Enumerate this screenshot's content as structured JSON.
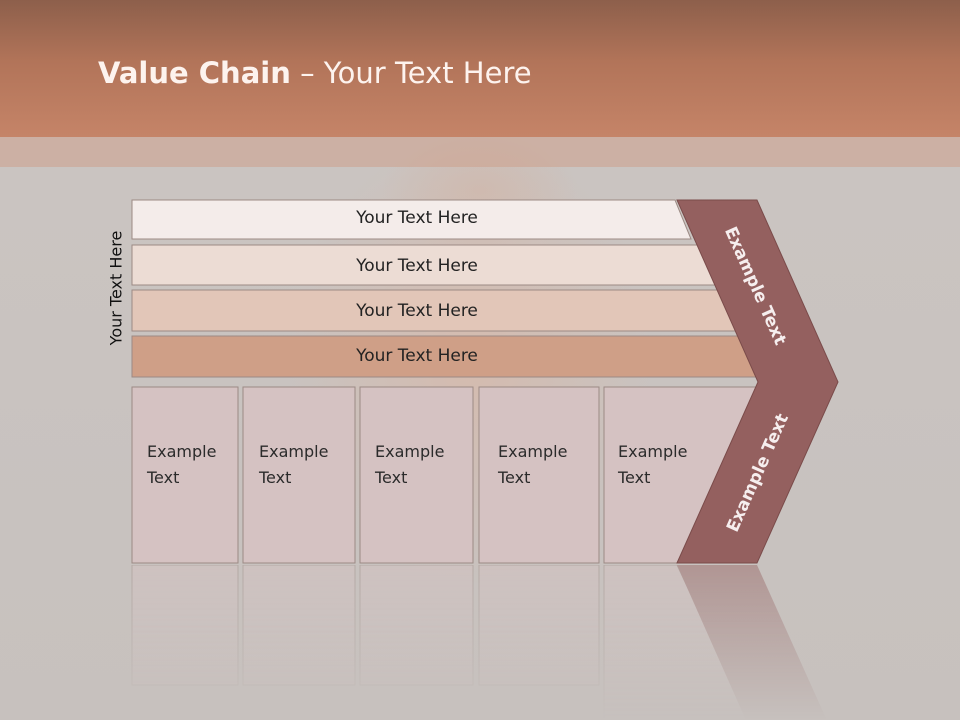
{
  "slide": {
    "title_bold": "Value Chain",
    "title_rest": " – Your Text Here",
    "side_label": "Your Text Here"
  },
  "rows": [
    {
      "label": "Your Text Here",
      "fill": "#f4ecea"
    },
    {
      "label": "Your Text Here",
      "fill": "#ecdcd4"
    },
    {
      "label": "Your Text Here",
      "fill": "#e2c6b8"
    },
    {
      "label": "Your Text Here",
      "fill": "#cf9f87"
    }
  ],
  "columns": [
    {
      "line1": "Example",
      "line2": "Text"
    },
    {
      "line1": "Example",
      "line2": "Text"
    },
    {
      "line1": "Example",
      "line2": "Text"
    },
    {
      "line1": "Example",
      "line2": "Text"
    },
    {
      "line1": "Example",
      "line2": "Text"
    }
  ],
  "chevron": {
    "upper_label": "Example Text",
    "lower_label": "Example Text",
    "fill": "#94605f"
  },
  "colors": {
    "column_fill": "#d5c2c2",
    "header_top": "#8d5f4b",
    "header_bottom": "#c58468"
  }
}
